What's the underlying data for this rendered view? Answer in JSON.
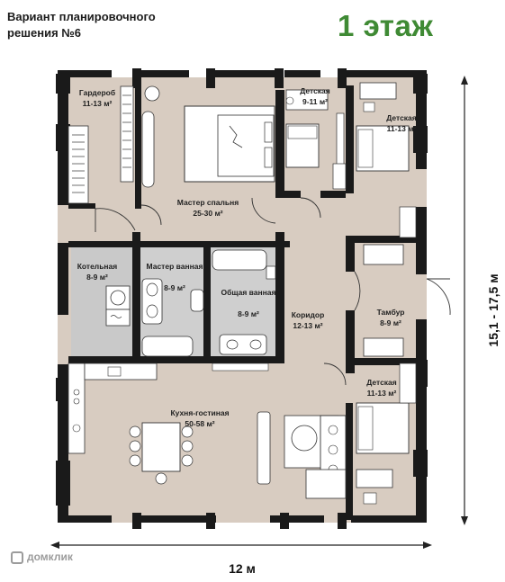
{
  "header": {
    "title_line1": "Вариант планировочного",
    "title_line2": "решения №6",
    "floor_label": "1 этаж"
  },
  "rooms": [
    {
      "key": "gard",
      "name": "Гардероб",
      "area": "11-13 м²"
    },
    {
      "key": "master",
      "name": "Мастер спальня",
      "area": "25-30 м²"
    },
    {
      "key": "kid1",
      "name": "Детская",
      "area": "9-11 м²"
    },
    {
      "key": "kid2",
      "name": "Детская",
      "area": "11-13 м²"
    },
    {
      "key": "boiler",
      "name": "Котельная",
      "area": "8-9 м²"
    },
    {
      "key": "mbath",
      "name": "Мастер ванная",
      "area": "8-9 м²"
    },
    {
      "key": "cbath",
      "name": "Общая ванная",
      "area": "8-9 м²"
    },
    {
      "key": "corr",
      "name": "Коридор",
      "area": "12-13 м²"
    },
    {
      "key": "tamb",
      "name": "Тамбур",
      "area": "8-9 м²"
    },
    {
      "key": "kid3",
      "name": "Детская",
      "area": "11-13 м²"
    },
    {
      "key": "kitchen",
      "name": "Кухня-гостиная",
      "area": "50-58 м²"
    }
  ],
  "dimensions": {
    "width_label": "12 м",
    "height_label": "15,1 - 17,5 м"
  },
  "watermark": "домклик",
  "colors": {
    "accent_green": "#3f8a34",
    "floor": "#d8ccc1",
    "wall": "#1a1a1a",
    "tile": "#c8c8c8"
  }
}
